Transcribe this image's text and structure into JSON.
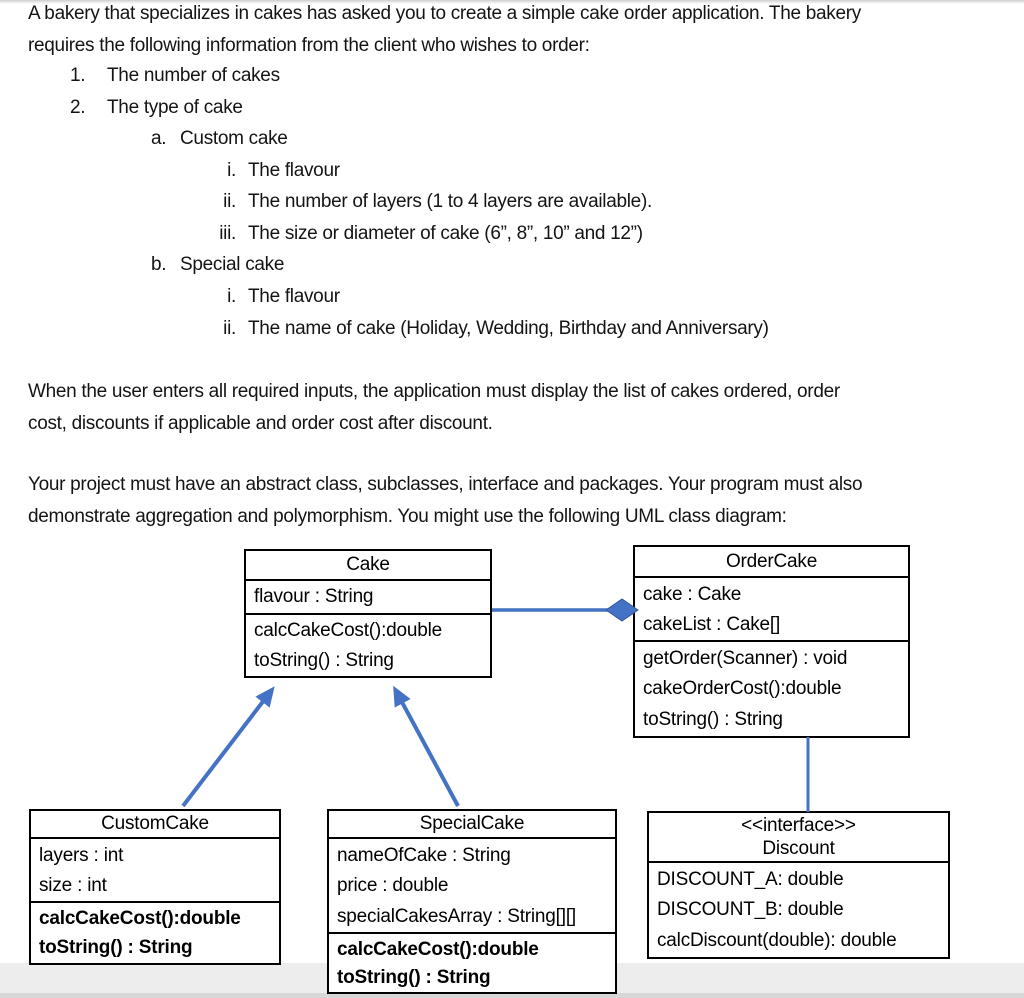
{
  "page": {
    "background": "#ffffff",
    "accent_blue": "#4472C4"
  },
  "document": {
    "para1": [
      "A bakery that specializes in cakes has asked you to create a simple cake order application. The bakery",
      "requires the following information from the client who wishes to order:"
    ],
    "list": [
      {
        "marker": "1.",
        "text": "The number of cakes"
      },
      {
        "marker": "2.",
        "text": "The type of cake"
      },
      {
        "marker": "a.",
        "text": "Custom cake"
      },
      {
        "marker": "i.",
        "text": "The flavour"
      },
      {
        "marker": "ii.",
        "text": "The number of layers (1 to 4 layers are available)."
      },
      {
        "marker": "iii.",
        "text": "The size or diameter of cake (6”, 8”, 10” and 12”)"
      },
      {
        "marker": "b.",
        "text": "Special cake"
      },
      {
        "marker": "i.",
        "text": "The flavour"
      },
      {
        "marker": "ii.",
        "text": "The name of cake (Holiday, Wedding, Birthday and Anniversary)"
      }
    ],
    "para2": [
      "When the user enters all required inputs, the application must display the list of cakes ordered, order",
      "cost, discounts if applicable and order cost after discount."
    ],
    "para3": [
      "Your project must have an abstract class, subclasses, interface and packages. Your program must also",
      "demonstrate aggregation and polymorphism. You might use the following UML class diagram:"
    ]
  },
  "diagram": {
    "cake": {
      "title": "Cake",
      "attributes": [
        "flavour : String"
      ],
      "methods": [
        "calcCakeCost():double",
        "toString() : String"
      ]
    },
    "order_cake": {
      "title": "OrderCake",
      "attributes": [
        "cake : Cake",
        "cakeList : Cake[]"
      ],
      "methods": [
        "getOrder(Scanner) : void",
        "cakeOrderCost():double",
        "toString() : String"
      ]
    },
    "custom_cake": {
      "title": "CustomCake",
      "attributes": [
        "layers : int",
        "size : int"
      ],
      "methods": [
        "calcCakeCost():double",
        "toString() : String"
      ]
    },
    "special_cake": {
      "title": "SpecialCake",
      "attributes": [
        "nameOfCake : String",
        "price : double",
        "specialCakesArray : String[][]"
      ],
      "methods": [
        "calcCakeCost():double",
        "toString() : String"
      ]
    },
    "discount": {
      "stereotype": "<<interface>>",
      "title": "Discount",
      "members": [
        "DISCOUNT_A: double",
        "DISCOUNT_B: double",
        "calcDiscount(double): double"
      ]
    },
    "relations": [
      {
        "type": "aggregation",
        "from": "Cake",
        "to": "OrderCake"
      },
      {
        "type": "inheritance",
        "from": "CustomCake",
        "to": "Cake"
      },
      {
        "type": "inheritance",
        "from": "SpecialCake",
        "to": "Cake"
      },
      {
        "type": "association",
        "from": "OrderCake",
        "to": "Discount"
      }
    ]
  }
}
